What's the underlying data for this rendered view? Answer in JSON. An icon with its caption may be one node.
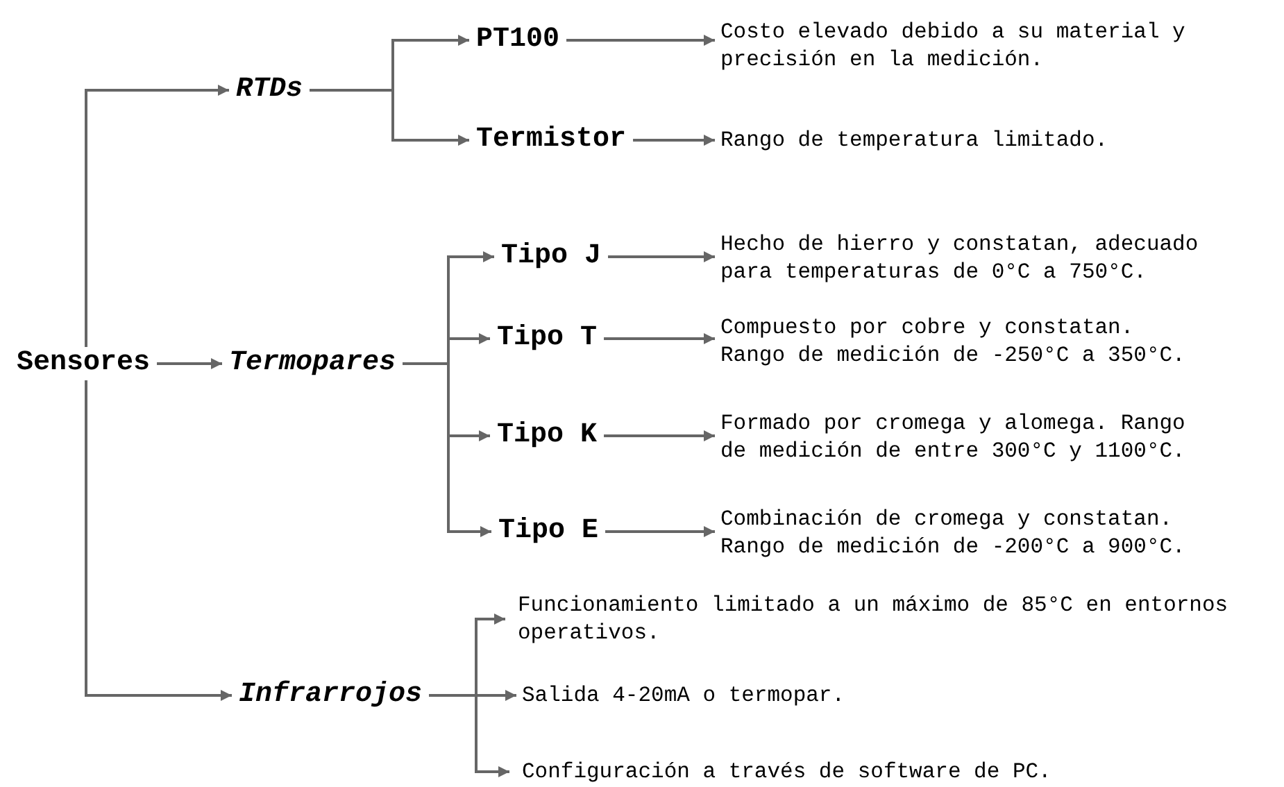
{
  "diagram": {
    "nodes": [
      {
        "text": [
          "Sensores"
        ]
      },
      {
        "text": [
          "RTDs"
        ]
      },
      {
        "text": [
          "Termopares"
        ]
      },
      {
        "text": [
          "Infrarrojos"
        ]
      },
      {
        "text": [
          "PT100"
        ]
      },
      {
        "text": [
          "Termistor"
        ]
      },
      {
        "text": [
          "Tipo J"
        ]
      },
      {
        "text": [
          "Tipo T"
        ]
      },
      {
        "text": [
          "Tipo K"
        ]
      },
      {
        "text": [
          "Tipo E"
        ]
      },
      {
        "text": [
          "Costo elevado debido a su material y precisión en la medición."
        ]
      },
      {
        "text": [
          "Rango de temperatura limitado."
        ]
      },
      {
        "text": [
          "Hecho de hierro y constatan, adecuado para temperaturas de 0°C a 750°C."
        ]
      },
      {
        "text": [
          "Compuesto por cobre y constatan. Rango de medición de -250°C a 350°C."
        ]
      },
      {
        "text": [
          "Formado por cromega y alomega. Rango de medición de entre 300°C y 1100°C."
        ]
      },
      {
        "text": [
          "Combinación de cromega y constatan. Rango de medición de -200°C a 900°C."
        ]
      },
      {
        "text": [
          "Funcionamiento limitado a un máximo de 85°C en entornos operativos."
        ]
      },
      {
        "text": [
          "Salida 4-20mA o termopar."
        ]
      },
      {
        "text": [
          "Configuración a través de software de PC."
        ]
      }
    ],
    "edges": [
      {
        "from": 0,
        "to": 1,
        "arrow": "to"
      },
      {
        "from": 0,
        "to": 2,
        "arrow": "to"
      },
      {
        "from": 0,
        "to": 3,
        "arrow": "to"
      },
      {
        "from": 1,
        "to": 4,
        "arrow": "to"
      },
      {
        "from": 1,
        "to": 5,
        "arrow": "to"
      },
      {
        "from": 2,
        "to": 6,
        "arrow": "to"
      },
      {
        "from": 2,
        "to": 7,
        "arrow": "to"
      },
      {
        "from": 2,
        "to": 8,
        "arrow": "to"
      },
      {
        "from": 2,
        "to": 9,
        "arrow": "to"
      },
      {
        "from": 3,
        "to": 16,
        "arrow": "to"
      },
      {
        "from": 3,
        "to": 17,
        "arrow": "to"
      },
      {
        "from": 3,
        "to": 18,
        "arrow": "to"
      },
      {
        "from": 4,
        "to": 10,
        "arrow": "to"
      },
      {
        "from": 5,
        "to": 11,
        "arrow": "to"
      },
      {
        "from": 6,
        "to": 12,
        "arrow": "to"
      },
      {
        "from": 7,
        "to": 13,
        "arrow": "to"
      },
      {
        "from": 8,
        "to": 14,
        "arrow": "to"
      },
      {
        "from": 9,
        "to": 15,
        "arrow": "to"
      }
    ]
  }
}
